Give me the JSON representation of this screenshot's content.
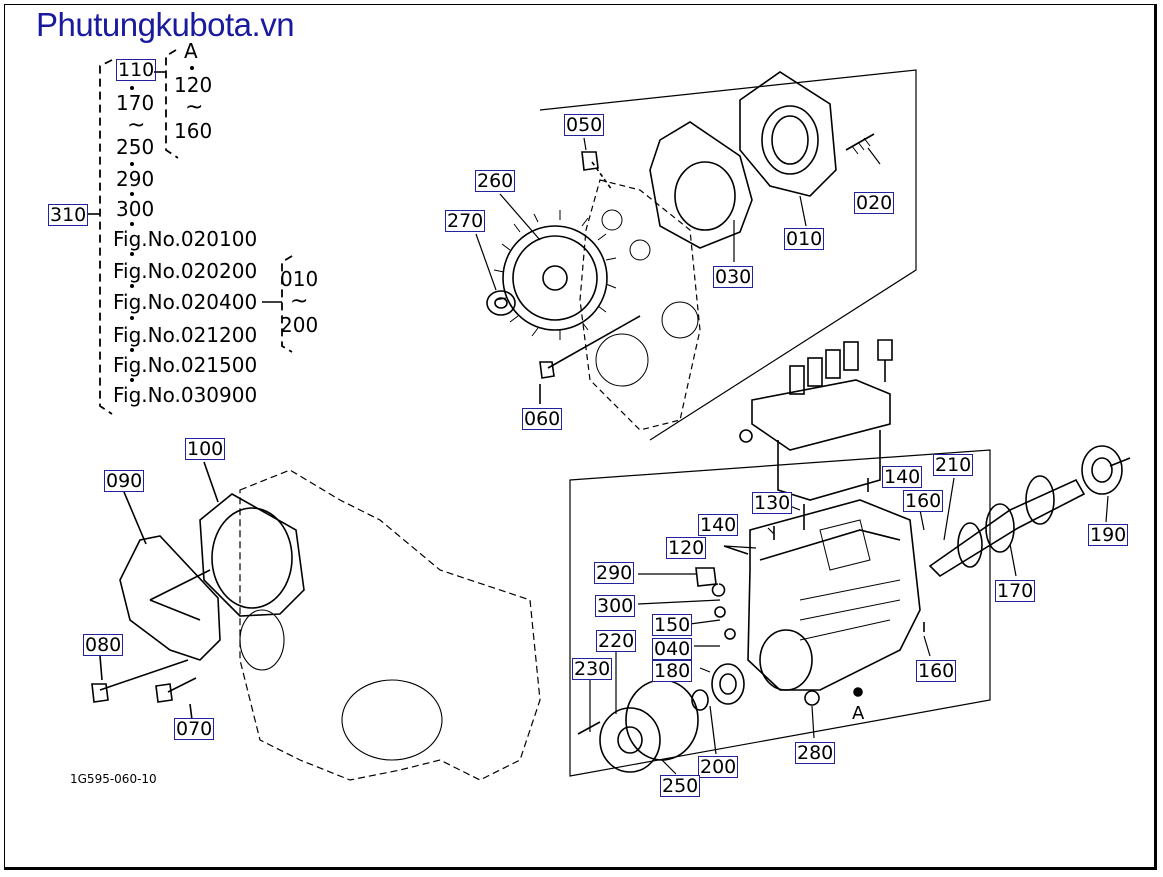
{
  "brand": "Phutungkubota.vn",
  "diagram_code": "1G595-060-10",
  "index": {
    "group_label": "310",
    "items": [
      "110",
      "170",
      "250",
      "290",
      "300"
    ],
    "a_marker": "A",
    "range_a": [
      "120",
      "160"
    ],
    "figures": [
      "Fig.No.020100",
      "Fig.No.020200",
      "Fig.No.020400",
      "Fig.No.021200",
      "Fig.No.021500",
      "Fig.No.030900"
    ],
    "range_b": [
      "010",
      "200"
    ]
  },
  "callouts": {
    "c010": "010",
    "c020": "020",
    "c030": "030",
    "c040": "040",
    "c050": "050",
    "c060": "060",
    "c070": "070",
    "c080": "080",
    "c090": "090",
    "c100": "100",
    "c120": "120",
    "c130": "130",
    "c140a": "140",
    "c140b": "140",
    "c150": "150",
    "c160a": "160",
    "c160b": "160",
    "c170": "170",
    "c180": "180",
    "c190": "190",
    "c200": "200",
    "c210": "210",
    "c220": "220",
    "c230": "230",
    "c250": "250",
    "c260": "260",
    "c270": "270",
    "c280": "280",
    "c290": "290",
    "c300": "300"
  },
  "point_marker": "A"
}
